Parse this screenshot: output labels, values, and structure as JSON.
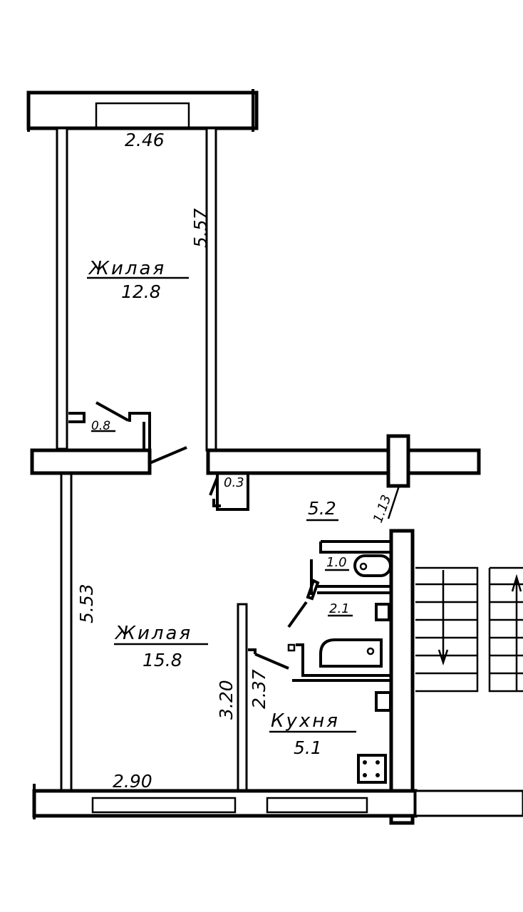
{
  "rooms": {
    "living_1": {
      "name": "Жилая",
      "area": "12.8"
    },
    "living_2": {
      "name": "Жилая",
      "area": "15.8"
    },
    "kitchen": {
      "name": "Кухня",
      "area": "5.1"
    },
    "closet": {
      "area": "0.8"
    },
    "niche": {
      "area": "0.3"
    },
    "hallway": {
      "area": "5.2"
    },
    "toilet": {
      "area": "1.0"
    },
    "bathroom": {
      "area": "2.1"
    }
  },
  "dimensions": {
    "room1_width": "2.46",
    "room1_length": "5.57",
    "room2_length": "5.53",
    "room2_width": "2.90",
    "partition_height": "3.20",
    "kitchen_length": "2.37",
    "hall_width": "1.13"
  }
}
